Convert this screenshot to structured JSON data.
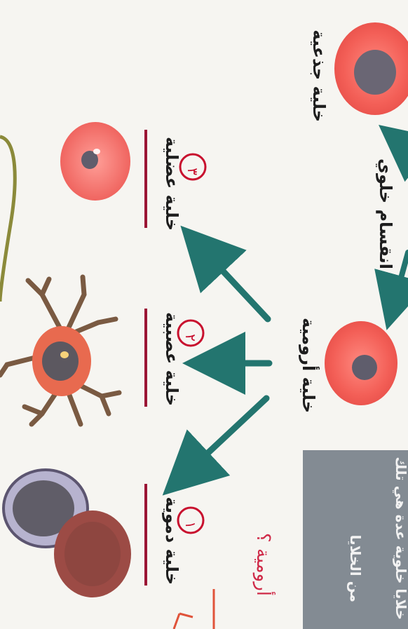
{
  "labels": {
    "stem_cell": "خلية جذعية",
    "cell_division": "انقسام خلوي",
    "progenitor_cell": "خلية أرومية",
    "muscle_cell": "خلية عضلية",
    "nerve_cell": "خلية عصبية",
    "blood_cell": "خلية دموية",
    "handwritten_note": "أرومية ؟"
  },
  "marks": {
    "muscle_num": "٣",
    "nerve_num": "٢",
    "blood_num": "١"
  },
  "text_box": {
    "line1": "من الخلايا",
    "line2": "خلايا خلوية عدة هي تلك"
  },
  "colors": {
    "cell_red": "#e8504a",
    "nucleus": "#5f5d6c",
    "arrow_teal": "#23756f",
    "ink_red": "#c8102e"
  }
}
